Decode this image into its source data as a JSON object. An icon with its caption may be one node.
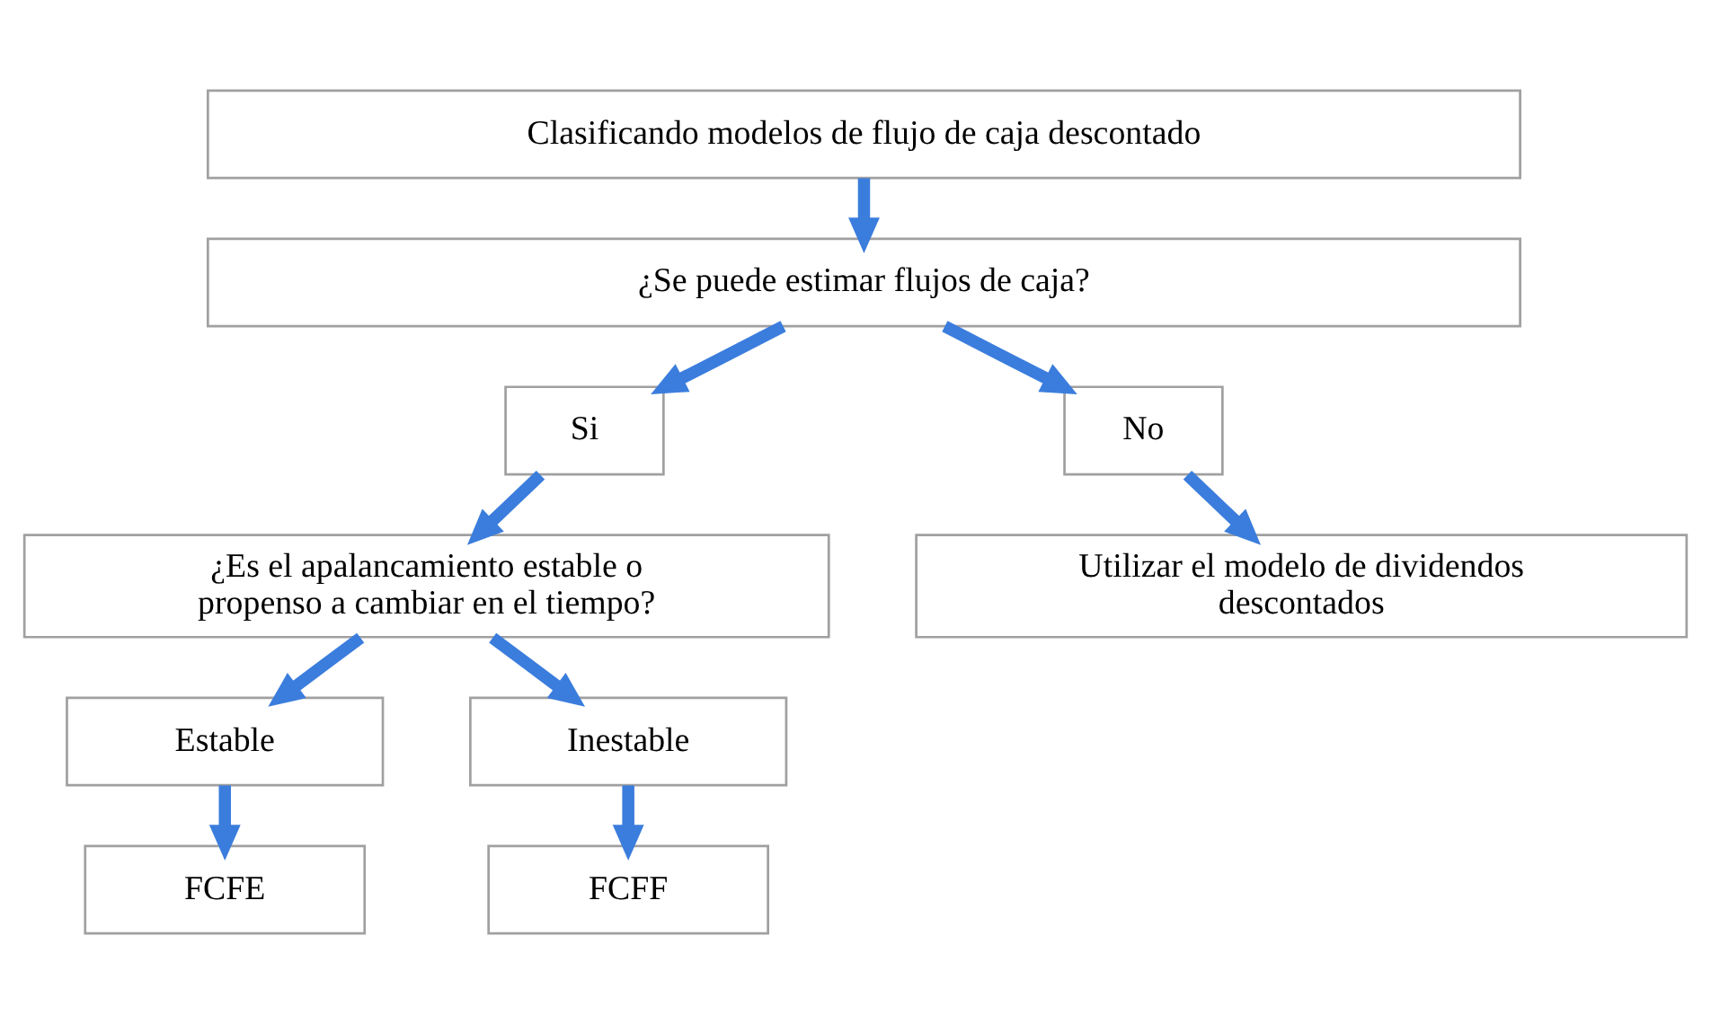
{
  "diagram": {
    "nodes": [
      {
        "text": [
          "Clasificando modelos de flujo de caja descontado"
        ]
      },
      {
        "text": [
          "¿Se puede estimar flujos de caja?"
        ]
      },
      {
        "text": [
          "Si"
        ]
      },
      {
        "text": [
          "No"
        ]
      },
      {
        "text": [
          "¿Es el apalancamiento estable o propenso a cambiar en el tiempo?"
        ]
      },
      {
        "text": [
          "Utilizar el modelo de dividendos descontados"
        ]
      },
      {
        "text": [
          "Estable"
        ]
      },
      {
        "text": [
          "Inestable"
        ]
      },
      {
        "text": [
          "FCFE"
        ]
      },
      {
        "text": [
          "FCFF"
        ]
      }
    ],
    "edges": [
      {
        "from": 0,
        "to": 1,
        "arrow": "to"
      },
      {
        "from": 1,
        "to": 2,
        "arrow": "to"
      },
      {
        "from": 1,
        "to": 3,
        "arrow": "to"
      },
      {
        "from": 2,
        "to": 4,
        "arrow": "to"
      },
      {
        "from": 3,
        "to": 5,
        "arrow": "to"
      },
      {
        "from": 4,
        "to": 6,
        "arrow": "to"
      },
      {
        "from": 4,
        "to": 7,
        "arrow": "to"
      },
      {
        "from": 6,
        "to": 8,
        "arrow": "to"
      },
      {
        "from": 7,
        "to": 9,
        "arrow": "to"
      }
    ]
  }
}
